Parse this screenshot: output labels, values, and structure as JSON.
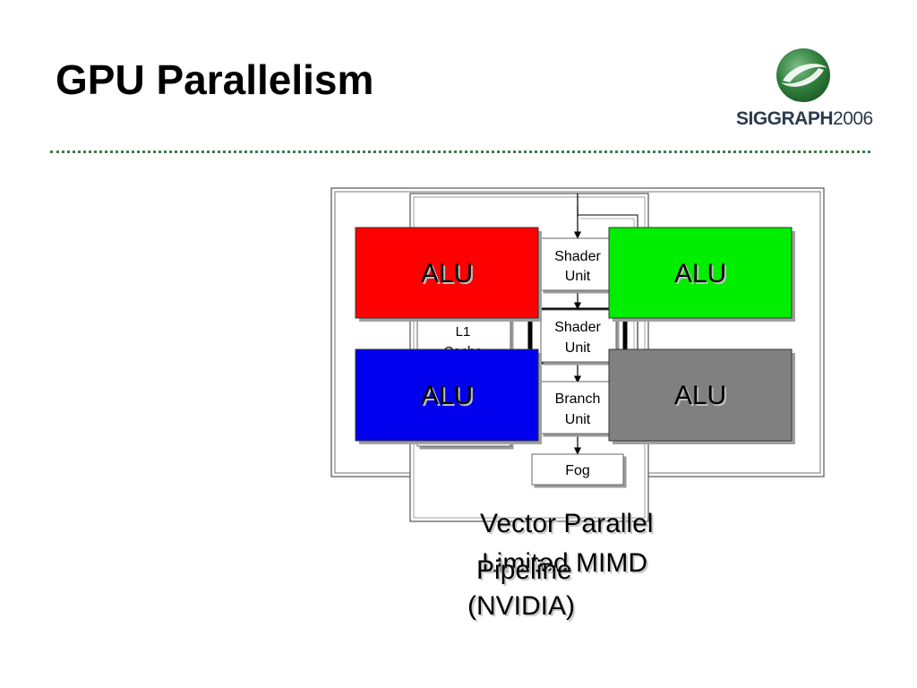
{
  "slide": {
    "title": "GPU Parallelism"
  },
  "logo": {
    "word_bold": "SIGGRAPH",
    "word_year": "2006",
    "icon": "siggraph-swirl-icon"
  },
  "diagram": {
    "shader_unit_1": [
      "Shader",
      "Unit"
    ],
    "shader_unit_2": [
      "Shader",
      "Unit"
    ],
    "branch_unit": [
      "Branch",
      "Unit"
    ],
    "fog": "Fog",
    "l1_cache": [
      "L1",
      "Cache"
    ],
    "alus": [
      {
        "label": "ALU",
        "color": "#ff0000"
      },
      {
        "label": "ALU",
        "color": "#00ee00"
      },
      {
        "label": "ALU",
        "color": "#0000ee"
      },
      {
        "label": "ALU",
        "color": "#808080"
      }
    ]
  },
  "captions": {
    "vector_parallel": "Vector Parallel",
    "limited_mimd": "Limited MIMD",
    "pipeline": "Pipeline",
    "nvidia": "(NVIDIA)"
  },
  "colors": {
    "divider": "#3f7a4a",
    "logo_green": "#2f7d3a",
    "logo_text": "#2b3b4e"
  }
}
